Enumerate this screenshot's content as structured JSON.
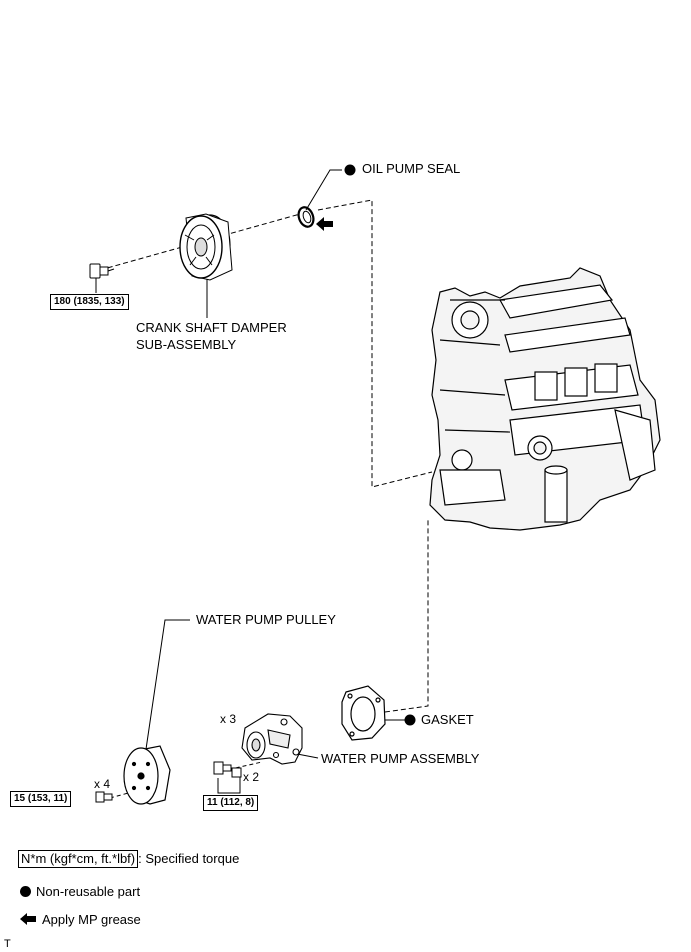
{
  "parts": {
    "oil_pump_seal": "OIL PUMP SEAL",
    "crank_damper_line1": "CRANK SHAFT DAMPER",
    "crank_damper_line2": "SUB-ASSEMBLY",
    "water_pump_pulley": "WATER PUMP PULLEY",
    "gasket": "GASKET",
    "water_pump_assembly": "WATER PUMP ASSEMBLY"
  },
  "torques": {
    "crank_bolt": "180 (1835, 133)",
    "pulley_bolt": "15 (153, 11)",
    "pump_bolt": "11 (112, 8)"
  },
  "quantities": {
    "pulley_bolts": "x 4",
    "pump_bolts_upper": "x 3",
    "pump_bolts_lower": "x 2"
  },
  "legend": {
    "torque_unit": "N*m (kgf*cm, ft.*lbf)",
    "torque_desc": ": Specified torque",
    "non_reusable": "Non-reusable part",
    "grease": "Apply MP grease"
  },
  "corner_mark": "T",
  "colors": {
    "ink": "#000000",
    "paper": "#ffffff",
    "engine_fill": "#f4f4f4"
  }
}
